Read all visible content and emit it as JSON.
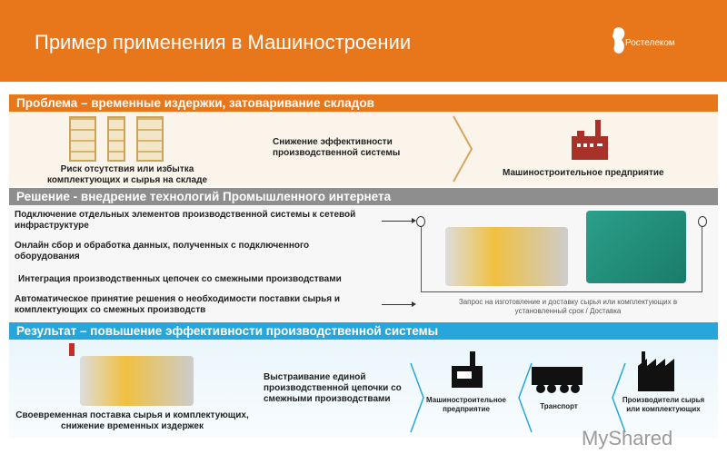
{
  "header": {
    "title": "Пример применения в Машиностроении",
    "logo_text": "Ростелеком"
  },
  "problem": {
    "title": "Проблема – временные издержки, затоваривание складов",
    "risk": "Риск отсутствия или избытка комплектующих и сырья на складе",
    "decrease": "Снижение эффективности производственной системы",
    "enterprise": "Машиностроительное предприятие"
  },
  "solution": {
    "title": "Решение - внедрение технологий Промышленного интернета",
    "items": [
      "Подключение отдельных элементов производственной системы к сетевой инфраструктуре",
      "Онлайн сбор и обработка данных, полученных с подключенного оборудования",
      "Интеграция производственных цепочек со смежными производствами",
      "Автоматическое принятие решения о необходимости поставки сырья и комплектующих со смежных производств"
    ],
    "caption": "Запрос на изготовление и доставку сырья или комплектующих в установленный срок / Доставка"
  },
  "result": {
    "title": "Результат – повышение эффективности производственной системы",
    "delivery": "Своевременная поставка сырья и комплектующих, снижение временных издержек",
    "chain": "Выстраивание единой производственной цепочки со смежными производствами",
    "enterprise": "Машиностроительное предприятие",
    "transport": "Транспорт",
    "suppliers": "Производители сырья или комплектующих"
  },
  "watermark": "MyShared",
  "colors": {
    "orange": "#e8771c",
    "gray": "#8e8e8e",
    "blue": "#27a6db",
    "factory_red": "#a8322a"
  }
}
